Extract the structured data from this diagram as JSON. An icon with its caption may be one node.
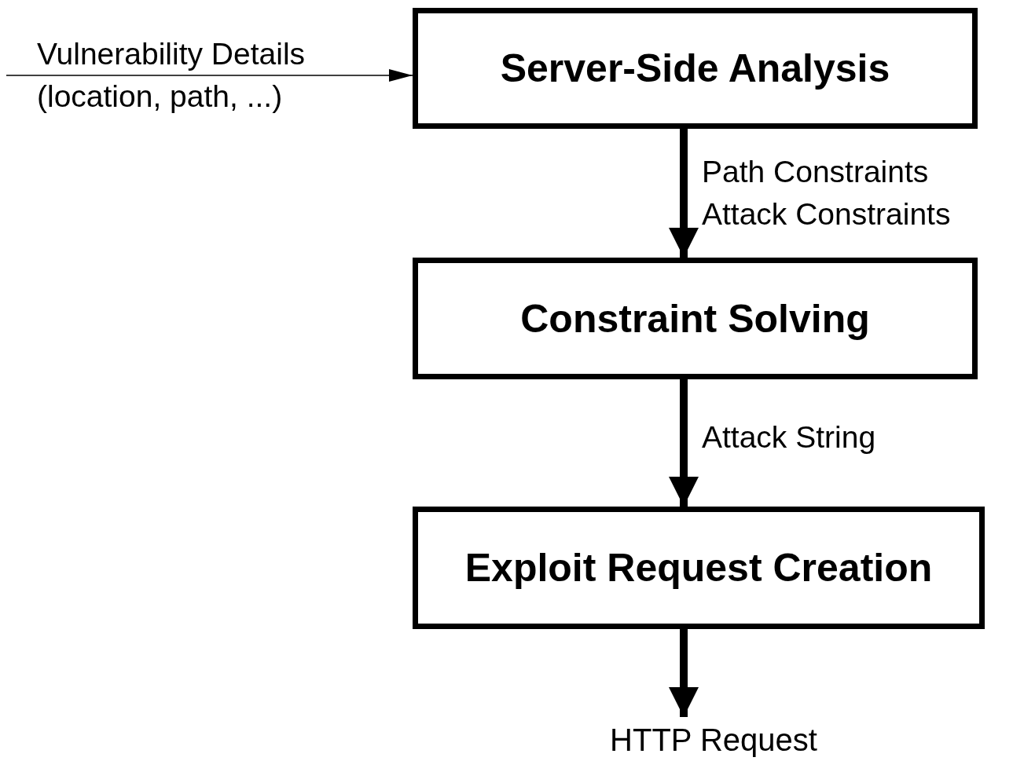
{
  "diagram": {
    "nodes": [
      {
        "text": [
          "Server-Side Analysis"
        ]
      },
      {
        "text": [
          "Constraint Solving"
        ]
      },
      {
        "text": [
          "Exploit Request Creation"
        ]
      },
      {
        "text": [
          "HTTP Request"
        ]
      }
    ],
    "edges": [
      {
        "from": null,
        "to": 0,
        "arrow": "to",
        "label": "Vulnerability Details (location, path, ...)"
      },
      {
        "from": 0,
        "to": 1,
        "arrow": "to",
        "label": "Path Constraints Attack Constraints"
      },
      {
        "from": 1,
        "to": 2,
        "arrow": "to",
        "label": "Attack String"
      },
      {
        "from": 2,
        "to": 3,
        "arrow": "to"
      }
    ]
  }
}
